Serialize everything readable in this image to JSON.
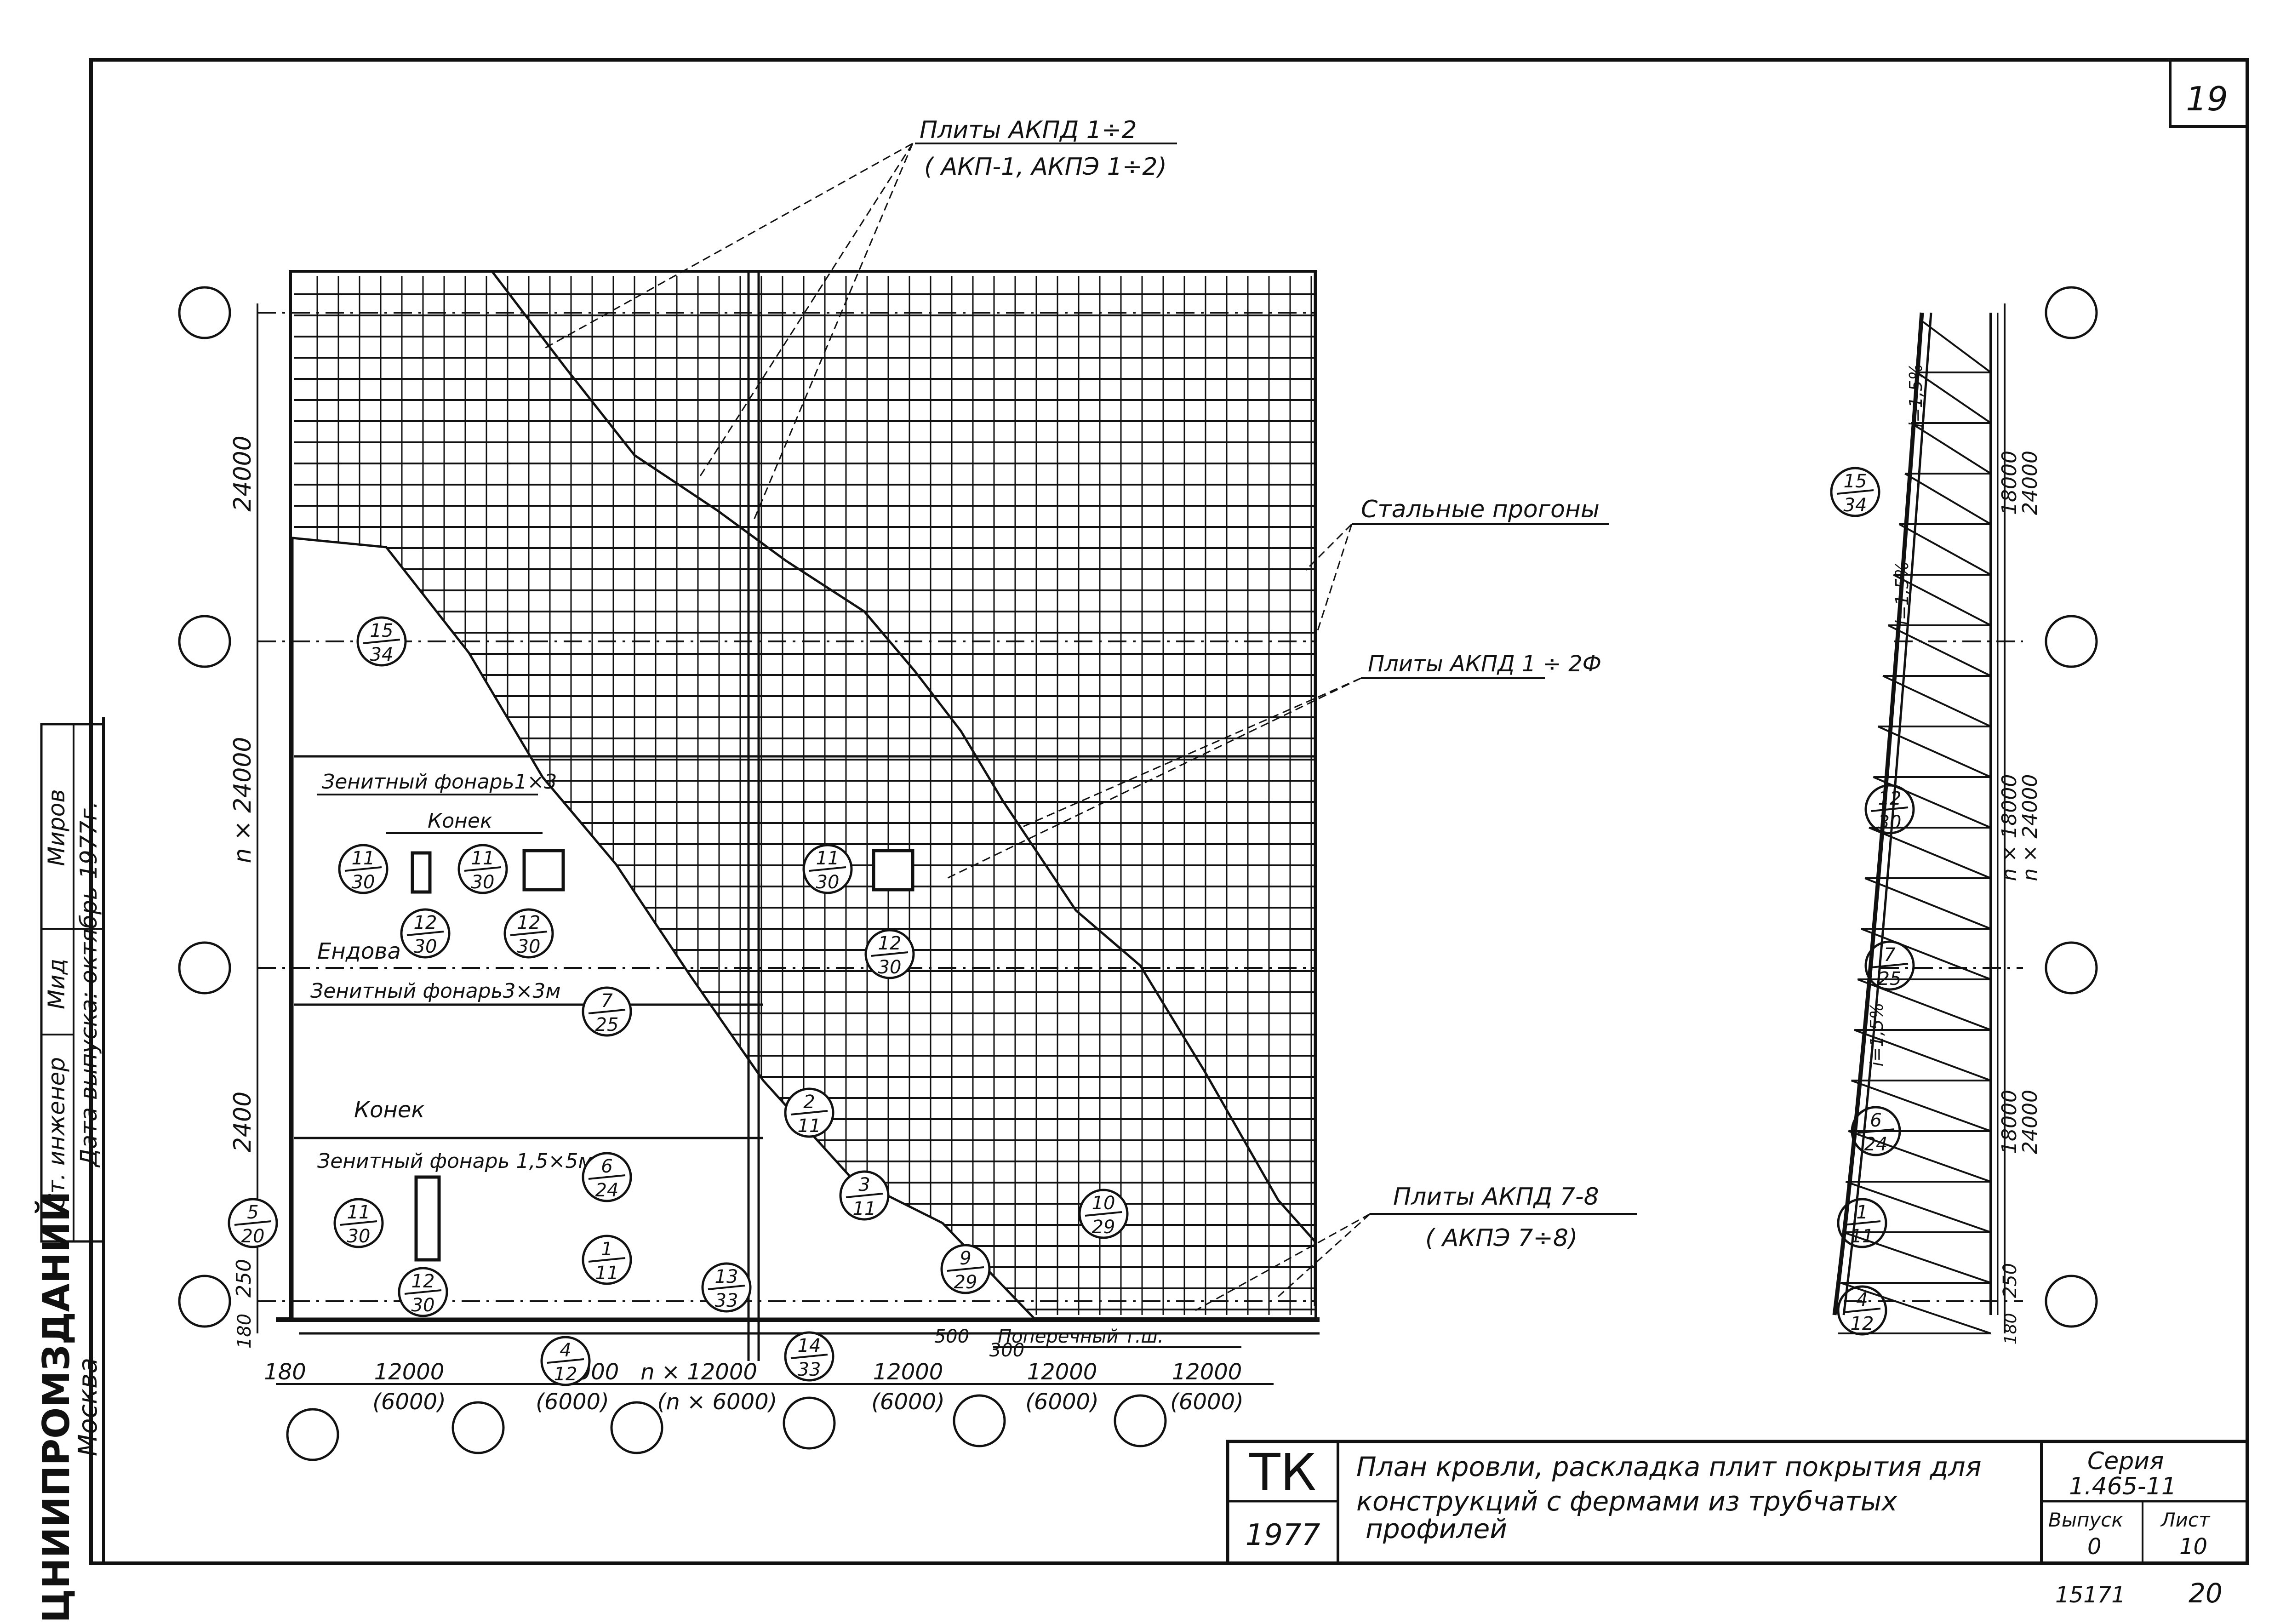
{
  "sheet": {
    "page_number": "19",
    "footer_code": "15171",
    "footer_num": "20"
  },
  "labels": {
    "plates_top": "Плиты АКПД 1÷2",
    "plates_top_sub": "( АКП-1, АКПЭ 1÷2)",
    "steel_purlins": "Стальные прогоны",
    "plates_mid": "Плиты АКПД 1 ÷ 2Ф",
    "plates_bottom": "Плиты АКПД 7-8",
    "plates_bottom_sub": "( АКПЭ 7÷8)",
    "zenith_1": "Зенитный фонарь1×3",
    "ridge_upper": "Конек",
    "valley": "Ендова",
    "zenith_2": "Зенитный фонарь3×3м",
    "ridge_lower": "Конек",
    "zenith_3": "Зенитный фонарь 1,5×5м",
    "cross_joint": "Поперечный т.ш."
  },
  "dims_left": {
    "d1": "24000",
    "d2": "n × 24000",
    "d3": "2400",
    "d4": "250",
    "d5": "180"
  },
  "dims_bottom": {
    "b0": "180",
    "b1": "12000",
    "b1s": "(6000)",
    "b2": "12000",
    "b2s": "(6000)",
    "b3": "n × 12000",
    "b3s": "(n × 6000)",
    "b4": "12000",
    "b4s": "(6000)",
    "b5": "12000",
    "b5s": "(6000)",
    "b6": "12000",
    "b6s": "(6000)",
    "b7": "500",
    "b8": "300"
  },
  "dims_right": {
    "r1": "18000",
    "r1b": "24000",
    "r2": "n × 18000",
    "r2b": "n × 24000",
    "r3": "18000",
    "r3b": "24000",
    "r4": "250",
    "r5": "180",
    "slope1": "i=1,5%",
    "slope2": "i=1,5%",
    "slope3": "i=1,5%"
  },
  "markers": [
    {
      "top": "15",
      "bot": "34"
    },
    {
      "top": "5",
      "bot": "20"
    },
    {
      "top": "11",
      "bot": "30"
    },
    {
      "top": "11",
      "bot": "30"
    },
    {
      "top": "12",
      "bot": "30"
    },
    {
      "top": "12",
      "bot": "30"
    },
    {
      "top": "7",
      "bot": "25"
    },
    {
      "top": "6",
      "bot": "24"
    },
    {
      "top": "11",
      "bot": "30"
    },
    {
      "top": "1",
      "bot": "11"
    },
    {
      "top": "12",
      "bot": "30"
    },
    {
      "top": "4",
      "bot": "12"
    },
    {
      "top": "13",
      "bot": "33"
    },
    {
      "top": "14",
      "bot": "33"
    },
    {
      "top": "11",
      "bot": "30"
    },
    {
      "top": "12",
      "bot": "30"
    },
    {
      "top": "2",
      "bot": "11"
    },
    {
      "top": "3",
      "bot": "11"
    },
    {
      "top": "9",
      "bot": "29"
    },
    {
      "top": "10",
      "bot": "29"
    },
    {
      "top": "15",
      "bot": "34"
    },
    {
      "top": "12",
      "bot": "30"
    },
    {
      "top": "7",
      "bot": "25"
    },
    {
      "top": "6",
      "bot": "24"
    },
    {
      "top": "1",
      "bot": "11"
    },
    {
      "top": "4",
      "bot": "12"
    }
  ],
  "side_stamp": {
    "line1": "Ст. инженер",
    "signature": "Мид",
    "name": "Миров",
    "line2": "Дата выпуска: октябрь 1977г.",
    "org": "ЦНИИПРОМЗДАНИЙ",
    "city": "Москва"
  },
  "title_block": {
    "code": "ТК",
    "year": "1977",
    "title_l1": "План кровли, раскладка плит покрытия для",
    "title_l2": "конструкций с фермами из трубчатых",
    "title_l3": "профилей",
    "series_label": "Серия",
    "series_value": "1.465-11",
    "issue_label": "Выпуск",
    "issue_value": "0",
    "sheet_label": "Лист",
    "sheet_value": "10"
  }
}
